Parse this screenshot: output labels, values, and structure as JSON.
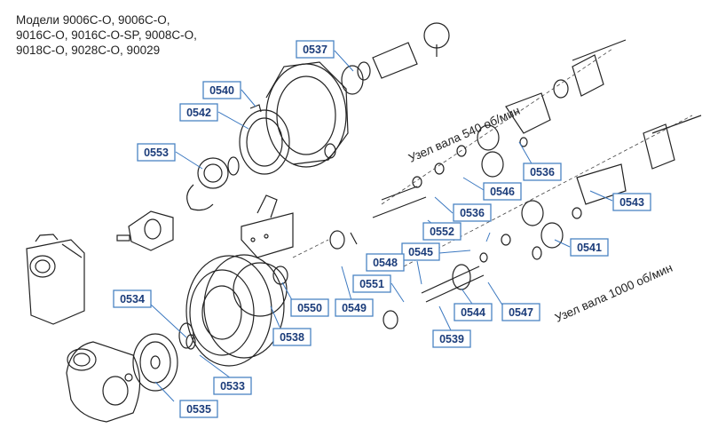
{
  "title_lines": [
    "Модели 9006C-O, 9006C-O,",
    "9016C-O, 9016C-O-SP, 9008C-O,",
    "9018C-O, 9028C-O, 90029"
  ],
  "assembly_540": "Узел вала 540 об/мин",
  "assembly_1000": "Узел вала 1000 об/мин",
  "labels": {
    "p0537": "0537",
    "p0540": "0540",
    "p0542": "0542",
    "p0553": "0553",
    "p0536a": "0536",
    "p0536b": "0536",
    "p0546": "0546",
    "p0543": "0543",
    "p0552": "0552",
    "p0545": "0545",
    "p0541": "0541",
    "p0548": "0548",
    "p0551": "0551",
    "p0550": "0550",
    "p0549": "0549",
    "p0544": "0544",
    "p0547": "0547",
    "p0538": "0538",
    "p0539": "0539",
    "p0534": "0534",
    "p0533": "0533",
    "p0535": "0535"
  },
  "colors": {
    "label_border": "#4a84c4",
    "label_text": "#1b3c7a",
    "leader": "#3b78c0",
    "drawing": "#222222"
  }
}
